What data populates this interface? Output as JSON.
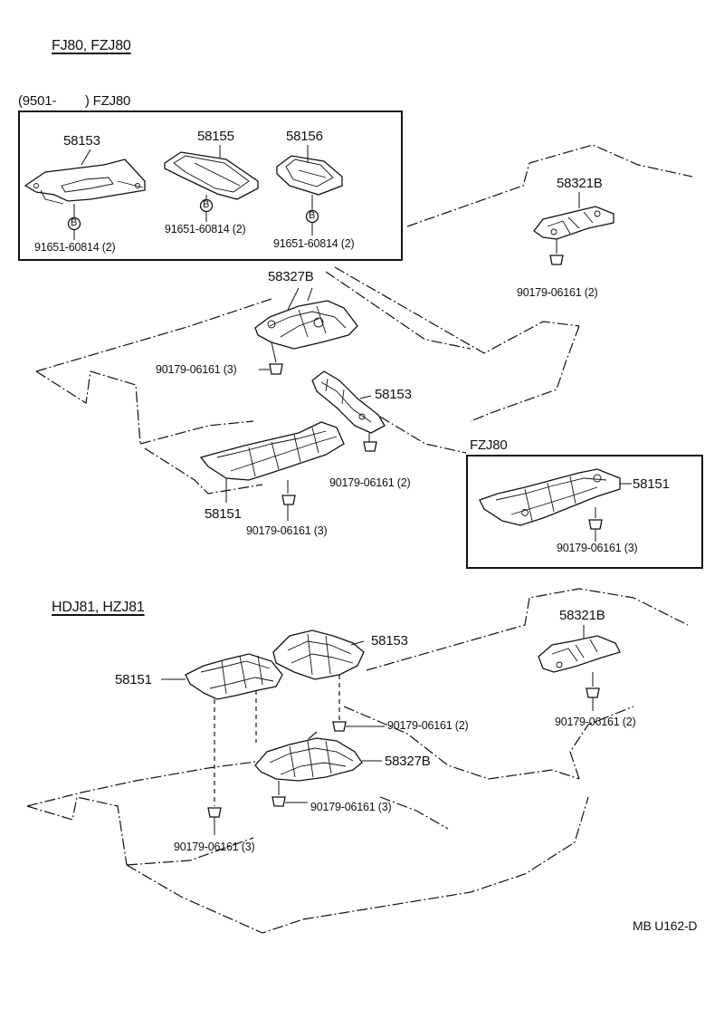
{
  "upper_section": {
    "heading": "FJ80, FZJ80",
    "inset_top": {
      "title": "(9501-        ) FZJ80",
      "parts": [
        {
          "part_no": "58153",
          "bolt_mark": "B",
          "bolt": "91651-60814 (2)"
        },
        {
          "part_no": "58155",
          "bolt_mark": "B",
          "bolt": "91651-60814 (2)"
        },
        {
          "part_no": "58156",
          "bolt_mark": "B",
          "bolt": "91651-60814 (2)"
        }
      ]
    },
    "rear_insulator": {
      "part_no": "58321B",
      "fastener": "90179-06161 (2)"
    },
    "center_insulator": {
      "part_no": "58327B",
      "fastener": "90179-06161 (3)"
    },
    "tunnel_insulator": {
      "part_no": "58153",
      "fastener": "90179-06161 (2)"
    },
    "front_insulator": {
      "part_no": "58151",
      "fastener": "90179-06161 (3)"
    },
    "inset_fzj80": {
      "title": "FZJ80",
      "part_no": "58151",
      "fastener": "90179-06161 (3)"
    }
  },
  "lower_section": {
    "heading": "HDJ81, HZJ81",
    "front_insulator": {
      "part_no": "58151",
      "fastener": "90179-06161 (3)"
    },
    "tunnel_insulator": {
      "part_no": "58153",
      "fastener": "90179-06161 (2)"
    },
    "center_insulator": {
      "part_no": "58327B",
      "fastener": "90179-06161 (3)"
    },
    "rear_insulator": {
      "part_no": "58321B",
      "fastener": "90179-06161 (2)"
    }
  },
  "footer": {
    "drawing_code": "MB U162-D"
  }
}
